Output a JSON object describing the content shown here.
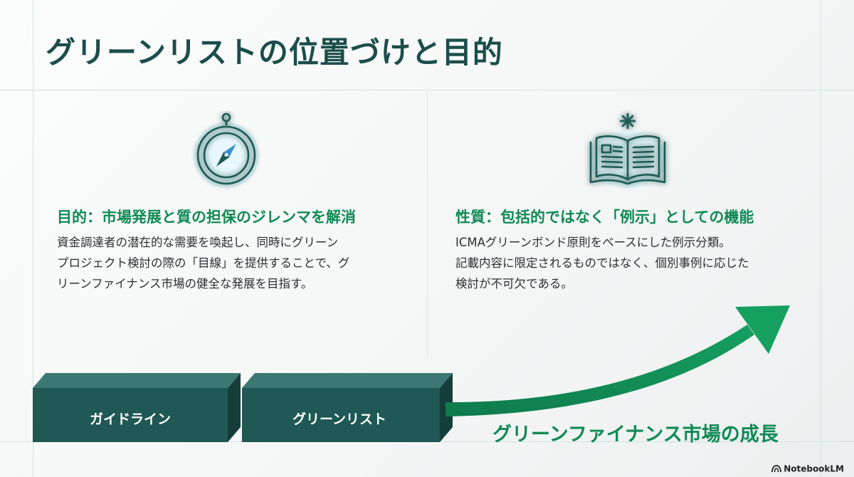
{
  "title": "グリーンリストの位置づけと目的",
  "left_section": {
    "icon": "compass-icon",
    "heading": "目的：市場発展と質の担保のジレンマを解消",
    "body_lines": [
      "資金調達者の潜在的な需要を喚起し、同時にグリーン",
      "プロジェクト検討の際の「目線」を提供することで、グ",
      "リーンファイナンス市場の健全な発展を目指す。"
    ]
  },
  "right_section": {
    "icon": "book-icon",
    "heading": "性質：包括的ではなく「例示」としての機能",
    "body_lines": [
      "ICMAグリーンボンド原則をベースにした例示分類。",
      "記載内容に限定されるものではなく、個別事例に応じた",
      "検討が不可欠である。"
    ]
  },
  "blocks": {
    "guideline": "ガイドライン",
    "greenlist": "グリーンリスト"
  },
  "growth_label": "グリーンファイナンス市場の成長",
  "branding": {
    "name": "NotebookLM"
  },
  "colors": {
    "title": "#1b4d4a",
    "accent_green": "#0f8a54",
    "block_dark": "#1e5a55",
    "icon_stroke": "#1e5a55"
  }
}
